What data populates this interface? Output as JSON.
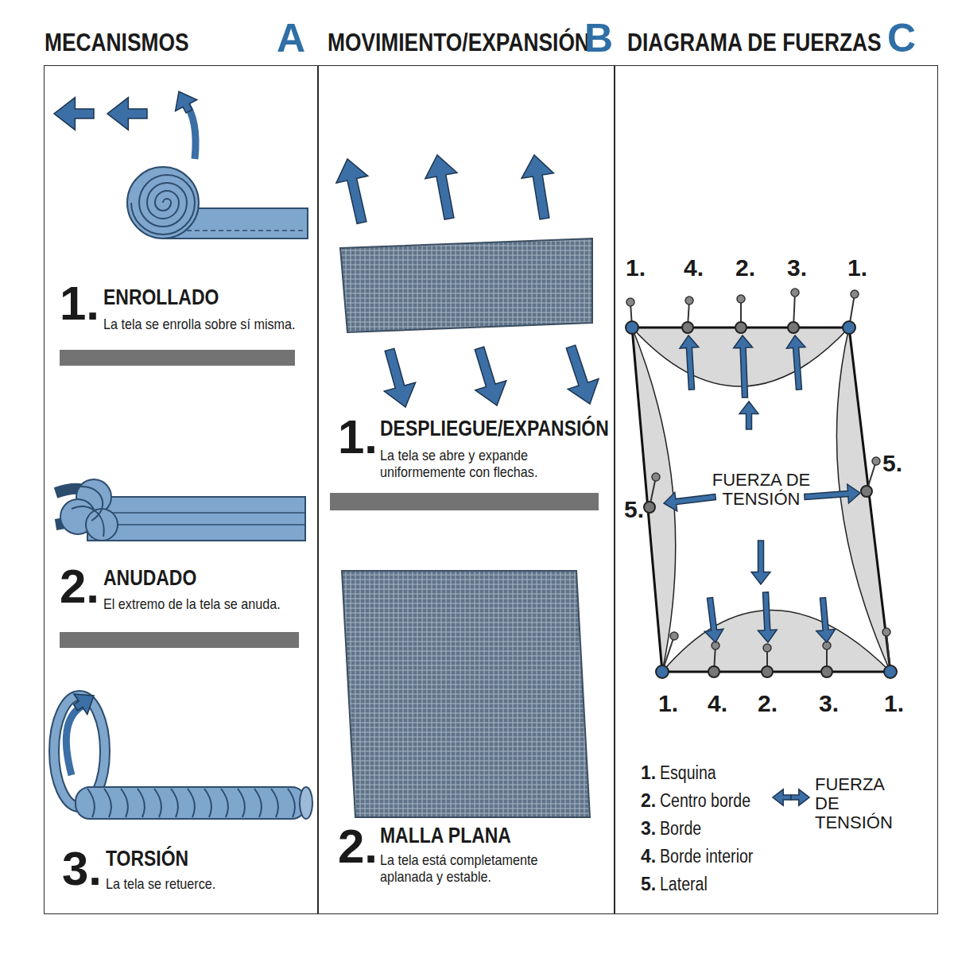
{
  "diagram": {
    "nodes": [
      {
        "text": [
          "MECANISMOS",
          "A"
        ]
      },
      {
        "text": [
          "MOVIMIENTO/EXPANSIÓN",
          "B"
        ]
      },
      {
        "text": [
          "DIAGRAMA DE FUERZAS",
          "C"
        ]
      }
    ],
    "labels": [
      "1.",
      "ENROLLADO",
      "La tela se enrolla sobre sí misma.",
      "2.",
      "ANUDADO",
      "El extremo de la tela se anuda.",
      "3.",
      "TORSIÓN",
      "La tela se retuerce.",
      "1.",
      "DESPLIEGUE/EXPANSIÓN",
      "La tela se abre y expande uniformemente con flechas.",
      "2.",
      "MALLA PLANA",
      "La tela está completamente aplanada y estable.",
      "1.",
      "4.",
      "2.",
      "3.",
      "1.",
      "5.",
      "5.",
      "FUERZA DE TENSIÓN",
      "1.",
      "4.",
      "2.",
      "3.",
      "1.",
      "1.",
      "Esquina",
      "2.",
      "Centro borde",
      "3.",
      "Borde",
      "4.",
      "Borde interior",
      "5.",
      "Lateral"
    ],
    "legend": [
      {
        "text": "FUERZA DE TENSIÓN"
      }
    ]
  }
}
